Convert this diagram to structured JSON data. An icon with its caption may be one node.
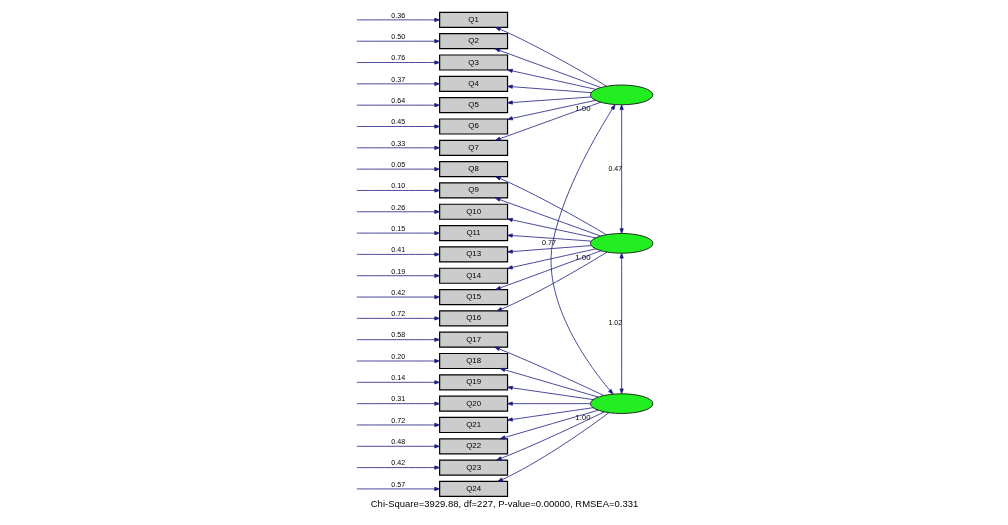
{
  "diagram": {
    "caption": "Chi-Square=3929.88, df=227, P-value=0.00000, RMSEA=0.331",
    "nodes": [
      {
        "text": [
          "Q1"
        ]
      },
      {
        "text": [
          "Q2"
        ]
      },
      {
        "text": [
          "Q3"
        ]
      },
      {
        "text": [
          "Q4"
        ]
      },
      {
        "text": [
          "Q5"
        ]
      },
      {
        "text": [
          "Q6"
        ]
      },
      {
        "text": [
          "Q7"
        ]
      },
      {
        "text": [
          "Q8"
        ]
      },
      {
        "text": [
          "Q9"
        ]
      },
      {
        "text": [
          "Q10"
        ]
      },
      {
        "text": [
          "Q11"
        ]
      },
      {
        "text": [
          "Q13"
        ]
      },
      {
        "text": [
          "Q14"
        ]
      },
      {
        "text": [
          "Q15"
        ]
      },
      {
        "text": [
          "Q16"
        ]
      },
      {
        "text": [
          "Q17"
        ]
      },
      {
        "text": [
          "Q18"
        ]
      },
      {
        "text": [
          "Q19"
        ]
      },
      {
        "text": [
          "Q20"
        ]
      },
      {
        "text": [
          "Q21"
        ]
      },
      {
        "text": [
          "Q22"
        ]
      },
      {
        "text": [
          "Q23"
        ]
      },
      {
        "text": [
          "Q24"
        ]
      },
      {
        "text": [],
        "shape": "ellipse",
        "beside": [
          "1.00"
        ]
      },
      {
        "text": [],
        "shape": "ellipse",
        "beside": [
          "1.00"
        ]
      },
      {
        "text": [],
        "shape": "ellipse",
        "beside": [
          "1.00"
        ]
      }
    ],
    "edges": [
      {
        "from": null,
        "to": 0,
        "arrow": "to",
        "label": "0.36"
      },
      {
        "from": null,
        "to": 1,
        "arrow": "to",
        "label": "0.50"
      },
      {
        "from": null,
        "to": 2,
        "arrow": "to",
        "label": "0.76"
      },
      {
        "from": null,
        "to": 3,
        "arrow": "to",
        "label": "0.37"
      },
      {
        "from": null,
        "to": 4,
        "arrow": "to",
        "label": "0.64"
      },
      {
        "from": null,
        "to": 5,
        "arrow": "to",
        "label": "0.45"
      },
      {
        "from": null,
        "to": 6,
        "arrow": "to",
        "label": "0.33"
      },
      {
        "from": null,
        "to": 7,
        "arrow": "to",
        "label": "0.05"
      },
      {
        "from": null,
        "to": 8,
        "arrow": "to",
        "label": "0.10"
      },
      {
        "from": null,
        "to": 9,
        "arrow": "to",
        "label": "0.26"
      },
      {
        "from": null,
        "to": 10,
        "arrow": "to",
        "label": "0.15"
      },
      {
        "from": null,
        "to": 11,
        "arrow": "to",
        "label": "0.41"
      },
      {
        "from": null,
        "to": 12,
        "arrow": "to",
        "label": "0.19"
      },
      {
        "from": null,
        "to": 13,
        "arrow": "to",
        "label": "0.42"
      },
      {
        "from": null,
        "to": 14,
        "arrow": "to",
        "label": "0.72"
      },
      {
        "from": null,
        "to": 15,
        "arrow": "to",
        "label": "0.58"
      },
      {
        "from": null,
        "to": 16,
        "arrow": "to",
        "label": "0.20"
      },
      {
        "from": null,
        "to": 17,
        "arrow": "to",
        "label": "0.14"
      },
      {
        "from": null,
        "to": 18,
        "arrow": "to",
        "label": "0.31"
      },
      {
        "from": null,
        "to": 19,
        "arrow": "to",
        "label": "0.72"
      },
      {
        "from": null,
        "to": 20,
        "arrow": "to",
        "label": "0.48"
      },
      {
        "from": null,
        "to": 21,
        "arrow": "to",
        "label": "0.42"
      },
      {
        "from": null,
        "to": 22,
        "arrow": "to",
        "label": "0.57"
      },
      {
        "from": 23,
        "to": 0,
        "arrow": "to"
      },
      {
        "from": 23,
        "to": 1,
        "arrow": "to"
      },
      {
        "from": 23,
        "to": 2,
        "arrow": "to"
      },
      {
        "from": 23,
        "to": 3,
        "arrow": "to"
      },
      {
        "from": 23,
        "to": 4,
        "arrow": "to"
      },
      {
        "from": 23,
        "to": 5,
        "arrow": "to"
      },
      {
        "from": 23,
        "to": 6,
        "arrow": "to"
      },
      {
        "from": 24,
        "to": 7,
        "arrow": "to"
      },
      {
        "from": 24,
        "to": 8,
        "arrow": "to"
      },
      {
        "from": 24,
        "to": 9,
        "arrow": "to"
      },
      {
        "from": 24,
        "to": 10,
        "arrow": "to"
      },
      {
        "from": 24,
        "to": 11,
        "arrow": "to"
      },
      {
        "from": 24,
        "to": 12,
        "arrow": "to"
      },
      {
        "from": 24,
        "to": 13,
        "arrow": "to"
      },
      {
        "from": 24,
        "to": 14,
        "arrow": "to"
      },
      {
        "from": 25,
        "to": 15,
        "arrow": "to"
      },
      {
        "from": 25,
        "to": 16,
        "arrow": "to"
      },
      {
        "from": 25,
        "to": 17,
        "arrow": "to"
      },
      {
        "from": 25,
        "to": 18,
        "arrow": "to"
      },
      {
        "from": 25,
        "to": 19,
        "arrow": "to"
      },
      {
        "from": 25,
        "to": 20,
        "arrow": "to"
      },
      {
        "from": 25,
        "to": 21,
        "arrow": "to"
      },
      {
        "from": 25,
        "to": 22,
        "arrow": "to"
      },
      {
        "from": 23,
        "to": 24,
        "arrow": "both",
        "label": "0.47"
      },
      {
        "from": 23,
        "to": 25,
        "arrow": "both",
        "label": "0.77"
      },
      {
        "from": 24,
        "to": 25,
        "arrow": "both",
        "label": "1.02"
      }
    ]
  }
}
